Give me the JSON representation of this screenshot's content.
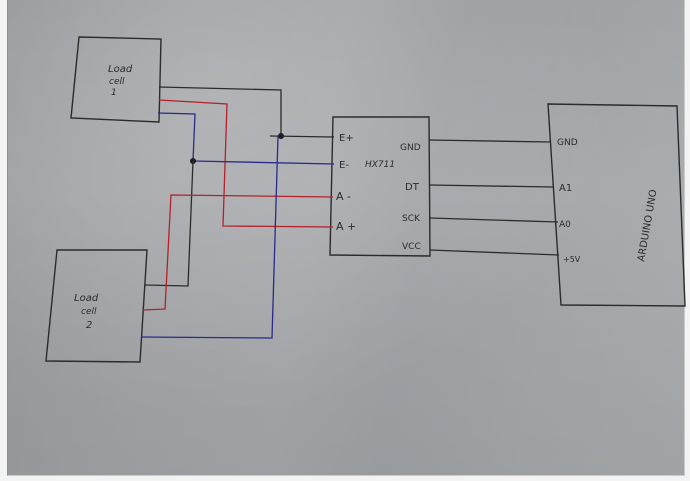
{
  "diagram": {
    "title": "Two load cells wired to HX711 and Arduino UNO (hand-drawn)",
    "colors": {
      "paper": "#a5a7aa",
      "pencil": "#2b2b2b",
      "red_wire": "#b5202a",
      "blue_wire": "#2a2a8a",
      "black_wire": "#2b2b2b"
    },
    "nodes": {
      "load_cell_1": {
        "label_line1": "Load",
        "label_line2": "cell",
        "label_line3": "1"
      },
      "load_cell_2": {
        "label_line1": "Load",
        "label_line2": "cell",
        "label_line3": "2"
      },
      "hx711": {
        "label": "HX711",
        "left_pins": [
          "E+",
          "E-",
          "A -",
          "A +"
        ],
        "right_pins": [
          "GND",
          "DT",
          "SCK",
          "VCC"
        ]
      },
      "arduino": {
        "label": "ARDUINO UNO",
        "pins": [
          "GND",
          "A1",
          "A0",
          "+5V"
        ]
      }
    },
    "edges": [
      {
        "from": "Load cell 1 (black)",
        "to": "HX711 E+",
        "color": "black"
      },
      {
        "from": "Load cell 1 (red)",
        "to": "HX711 A+",
        "color": "red"
      },
      {
        "from": "Load cell 1 (blue)",
        "to": "HX711 E-",
        "color": "blue"
      },
      {
        "from": "Load cell 2 (black)",
        "to": "HX711 E-",
        "color": "black"
      },
      {
        "from": "Load cell 2 (red)",
        "to": "HX711 A-",
        "color": "red"
      },
      {
        "from": "Load cell 2 (blue)",
        "to": "HX711 E+",
        "color": "blue"
      },
      {
        "from": "HX711 GND",
        "to": "Arduino GND",
        "color": "black"
      },
      {
        "from": "HX711 DT",
        "to": "Arduino A1",
        "color": "black"
      },
      {
        "from": "HX711 SCK",
        "to": "Arduino A0",
        "color": "black"
      },
      {
        "from": "HX711 VCC",
        "to": "Arduino +5V",
        "color": "black"
      }
    ]
  }
}
